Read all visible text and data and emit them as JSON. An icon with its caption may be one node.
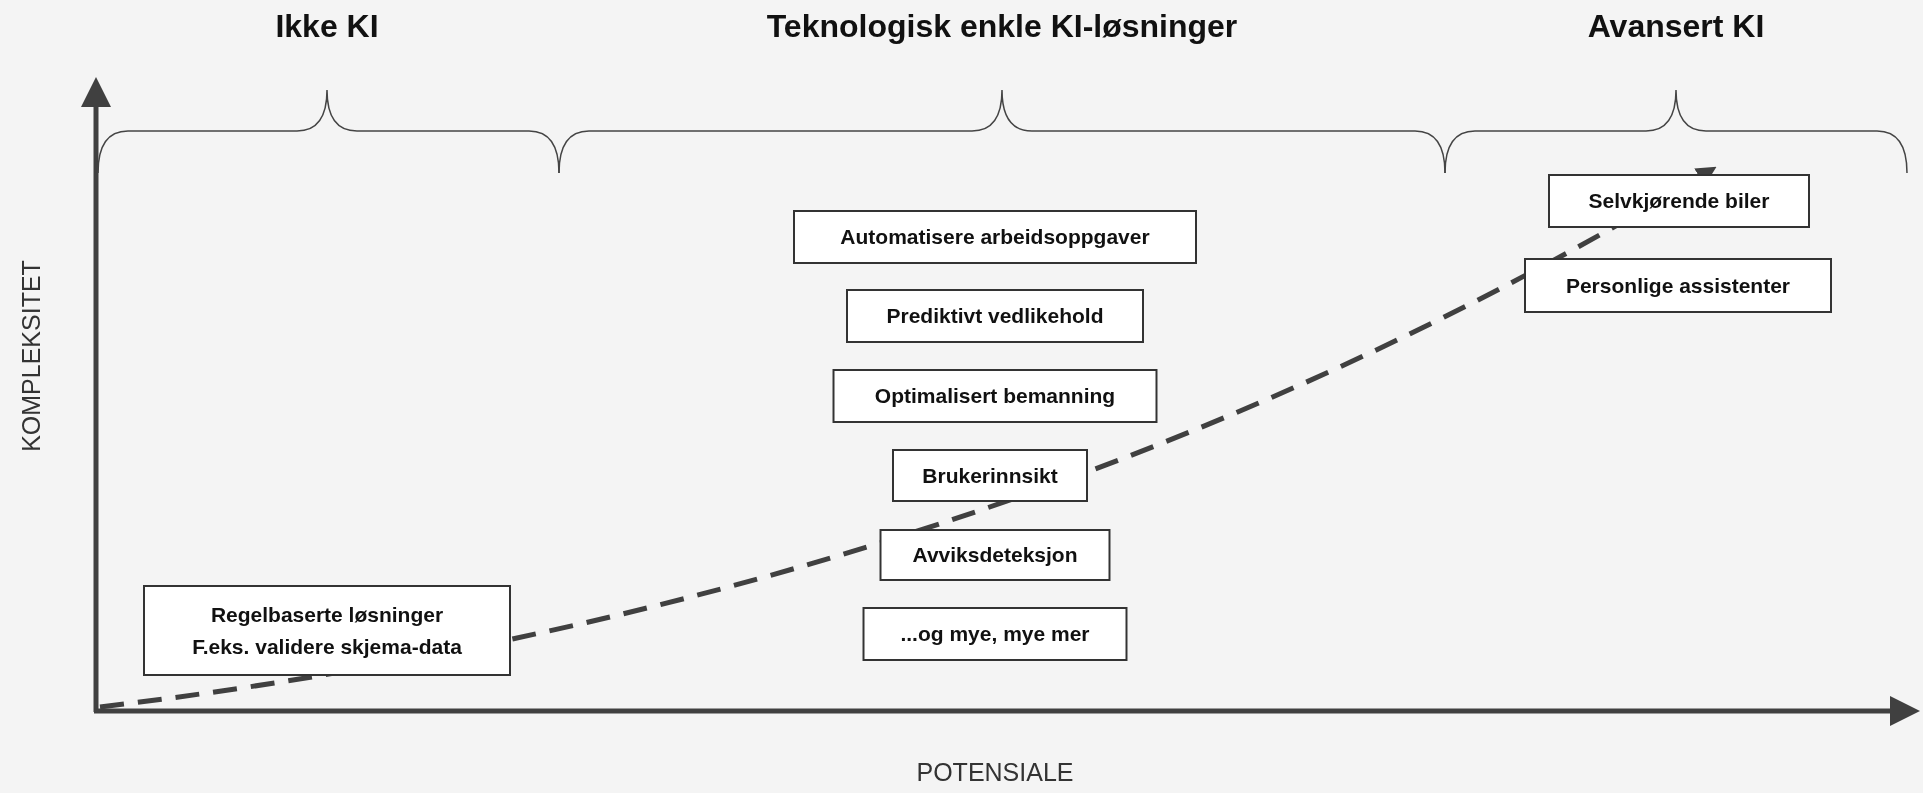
{
  "diagram": {
    "nodes": [
      {
        "text": [
          "Automatisere arbeidsoppgaver"
        ]
      },
      {
        "text": [
          "Prediktivt vedlikehold"
        ]
      },
      {
        "text": [
          "Optimalisert bemanning"
        ]
      },
      {
        "text": [
          "Brukerinnsikt"
        ]
      },
      {
        "text": [
          "Avviksdeteksjon"
        ]
      },
      {
        "text": [
          "...og mye, mye mer"
        ]
      },
      {
        "text": [
          "Regelbaserte løsninger",
          "F.eks. validere skjema-data"
        ]
      },
      {
        "text": [
          "Selvkjørende biler"
        ]
      },
      {
        "text": [
          "Personlige assistenter"
        ]
      }
    ],
    "labels": [
      "Ikke KI",
      "Teknologisk enkle KI-løsninger",
      "Avansert KI",
      "KOMPLEKSITET",
      "POTENSIALE"
    ]
  }
}
